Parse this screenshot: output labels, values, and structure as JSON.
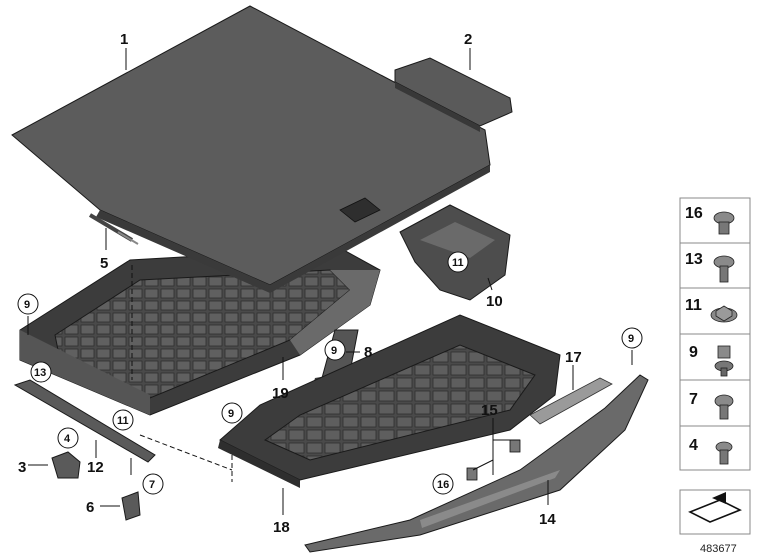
{
  "parts": {
    "p1": "1",
    "p2": "2",
    "p3": "3",
    "p4": "4",
    "p5": "5",
    "p6": "6",
    "p7": "7",
    "p8": "8",
    "p9": "9",
    "p10": "10",
    "p11": "11",
    "p12": "12",
    "p13": "13",
    "p14": "14",
    "p15": "15",
    "p16": "16",
    "p17": "17",
    "p18": "18",
    "p19": "19"
  },
  "legend": {
    "items": [
      {
        "label": "16",
        "icon": "expanding-rivet-icon"
      },
      {
        "label": "13",
        "icon": "flange-screw-icon"
      },
      {
        "label": "11",
        "icon": "hex-flange-nut-icon"
      },
      {
        "label": "9",
        "icon": "push-clip-icon"
      },
      {
        "label": "7",
        "icon": "torx-screw-icon"
      },
      {
        "label": "4",
        "icon": "small-screw-icon"
      }
    ]
  },
  "reference_number": "483677",
  "colors": {
    "panel": "#5a5a5a",
    "panel_dark": "#3c3c3c",
    "panel_light": "#7a7a7a",
    "line": "#111111"
  }
}
